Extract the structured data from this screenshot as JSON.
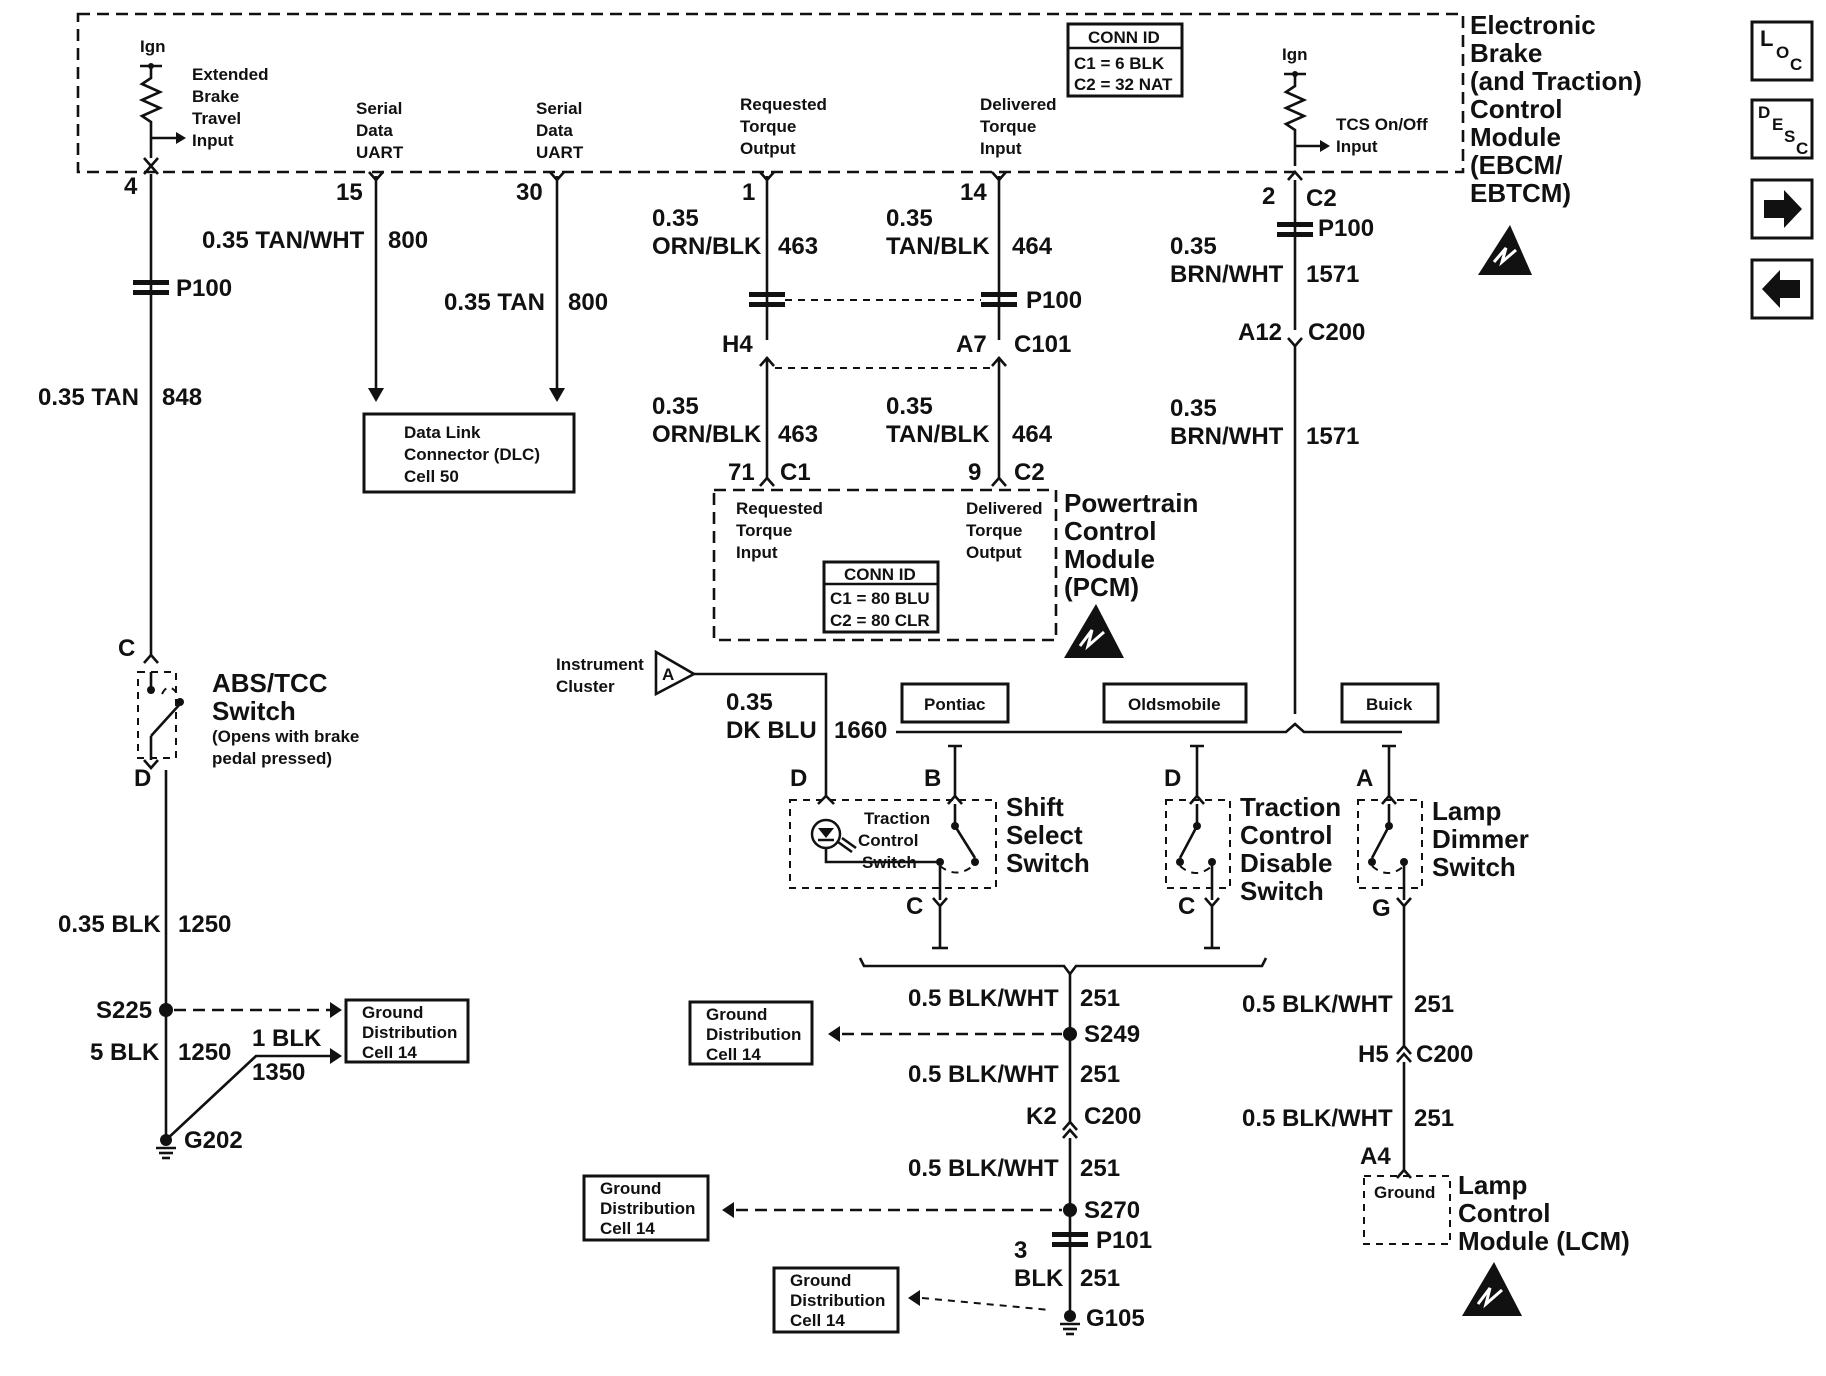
{
  "ebcm": {
    "title": [
      "Electronic",
      "Brake",
      "(and Traction)",
      "Control",
      "Module",
      "(EBCM/",
      "EBTCM)"
    ],
    "conn_id": {
      "title": "CONN ID",
      "c1": "C1 = 6 BLK",
      "c2": "C2 = 32 NAT"
    },
    "ign_left": "Ign",
    "ign_right": "Ign",
    "extended_brake": [
      "Extended",
      "Brake",
      "Travel",
      "Input"
    ],
    "serial1": [
      "Serial",
      "Data",
      "UART"
    ],
    "serial2": [
      "Serial",
      "Data",
      "UART"
    ],
    "req_torque_out": [
      "Requested",
      "Torque",
      "Output"
    ],
    "del_torque_in": [
      "Delivered",
      "Torque",
      "Input"
    ],
    "tcs_onoff": [
      "TCS On/Off",
      "Input"
    ],
    "pins": {
      "p4": "4",
      "p15": "15",
      "p30": "30",
      "p1": "1",
      "p14": "14",
      "p2": "2",
      "c2": "C2"
    }
  },
  "wires": {
    "tan_wht": "0.35 TAN/WHT",
    "tan_wht_num": "800",
    "tan": "0.35 TAN",
    "tan_num": "800",
    "tan848": "0.35 TAN",
    "tan848_num": "848",
    "orn_blk_a": [
      "0.35",
      "ORN/BLK"
    ],
    "orn_blk_a_num": "463",
    "tan_blk_a": [
      "0.35",
      "TAN/BLK"
    ],
    "tan_blk_a_num": "464",
    "orn_blk_b": [
      "0.35",
      "ORN/BLK"
    ],
    "orn_blk_b_num": "463",
    "tan_blk_b": [
      "0.35",
      "TAN/BLK"
    ],
    "tan_blk_b_num": "464",
    "brn_wht_a": [
      "0.35",
      "BRN/WHT"
    ],
    "brn_wht_a_num": "1571",
    "brn_wht_b": [
      "0.35",
      "BRN/WHT"
    ],
    "brn_wht_b_num": "1571",
    "dk_blu": [
      "0.35",
      "DK BLU"
    ],
    "dk_blu_num": "1660",
    "blk1250a": "0.35 BLK",
    "blk1250a_num": "1250",
    "blk1250b": "5 BLK",
    "blk1250b_num": "1250",
    "blk1350": "1 BLK",
    "blk1350_num": "1350",
    "bw1": "0.5 BLK/WHT",
    "bw1_num": "251",
    "bw2": "0.5 BLK/WHT",
    "bw2_num": "251",
    "bw3": "0.5 BLK/WHT",
    "bw3_num": "251",
    "bw4": "0.5 BLK/WHT",
    "bw4_num": "251",
    "bw5": "0.5 BLK/WHT",
    "bw5_num": "251",
    "blk251": [
      "3",
      "BLK"
    ],
    "blk251_num": "251"
  },
  "connectors": {
    "p100_left": "P100",
    "p100_mid": "P100",
    "p100_right": "P100",
    "h4": "H4",
    "a7": "A7",
    "c101": "C101",
    "a12": "A12",
    "c200a": "C200",
    "pin71": "71",
    "pin71_c": "C1",
    "pin9": "9",
    "pin9_c": "C2",
    "s225": "S225",
    "g202": "G202",
    "s249": "S249",
    "k2": "K2",
    "c200b": "C200",
    "s270": "S270",
    "p101": "P101",
    "g105": "G105",
    "h5": "H5",
    "c200c": "C200",
    "a4": "A4"
  },
  "dlc": {
    "lines": [
      "Data Link",
      "Connector (DLC)",
      "Cell 50"
    ]
  },
  "pcm": {
    "title": [
      "Powertrain",
      "Control",
      "Module",
      "(PCM)"
    ],
    "req_in": [
      "Requested",
      "Torque",
      "Input"
    ],
    "del_out": [
      "Delivered",
      "Torque",
      "Output"
    ],
    "conn_id": {
      "title": "CONN ID",
      "c1": "C1 = 80 BLU",
      "c2": "C2 = 80 CLR"
    }
  },
  "abs_switch": {
    "title": [
      "ABS/TCC",
      "Switch"
    ],
    "note": [
      "(Opens with brake",
      "pedal pressed)"
    ],
    "pin_c": "C",
    "pin_d": "D"
  },
  "instrument_cluster": {
    "label": [
      "Instrument",
      "Cluster"
    ],
    "conn": "A"
  },
  "brands": {
    "pontiac": "Pontiac",
    "oldsmobile": "Oldsmobile",
    "buick": "Buick"
  },
  "shift_switch": {
    "title": [
      "Shift",
      "Select",
      "Switch"
    ],
    "inner": [
      "Traction",
      "Control",
      "Switch"
    ],
    "pin_d": "D",
    "pin_b": "B",
    "pin_c": "C"
  },
  "tcd_switch": {
    "title": [
      "Traction",
      "Control",
      "Disable",
      "Switch"
    ],
    "pin_d": "D",
    "pin_c": "C"
  },
  "ldim_switch": {
    "title": [
      "Lamp",
      "Dimmer",
      "Switch"
    ],
    "pin_a": "A",
    "pin_g": "G"
  },
  "lcm": {
    "title": [
      "Lamp",
      "Control",
      "Module (LCM)"
    ],
    "ground": "Ground"
  },
  "ground_dist": {
    "g1": [
      "Ground",
      "Distribution",
      "Cell 14"
    ],
    "g2": [
      "Ground",
      "Distribution",
      "Cell 14"
    ],
    "g3": [
      "Ground",
      "Distribution",
      "Cell 14"
    ],
    "g4": [
      "Ground",
      "Distribution",
      "Cell 14"
    ]
  },
  "nav": {
    "loc": {
      "main": "L",
      "sub1": "O",
      "sub2": "C"
    },
    "desc": {
      "main": "D",
      "sub1": "E",
      "sub2": "S",
      "sub3": "C"
    },
    "next_icon": "right-arrow-icon",
    "prev_icon": "left-arrow-icon"
  }
}
